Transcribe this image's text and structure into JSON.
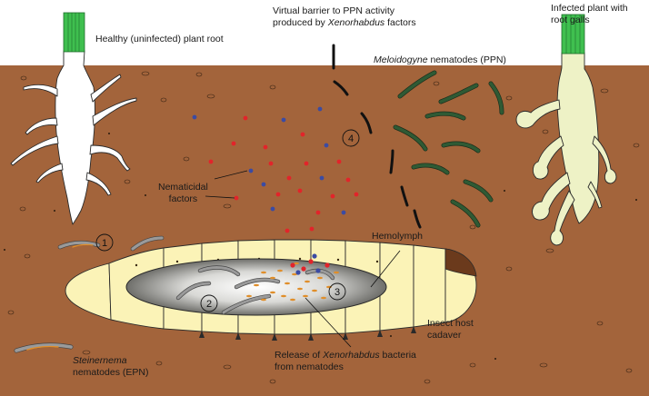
{
  "labels": {
    "healthy_root": "Healthy (uninfected) plant root",
    "barrier_line1": "Virtual barrier to PPN activity",
    "barrier_line2_pre": "produced by ",
    "barrier_line2_em": "Xenorhabdus",
    "barrier_line2_post": " factors",
    "infected_line1": "Infected plant with",
    "infected_line2": "root galls",
    "ppn_em": "Meloidogyne",
    "ppn_post": " nematodes (PPN)",
    "nematicidal_line1": "Nematicidal",
    "nematicidal_line2": "factors",
    "hemolymph": "Hemolymph",
    "cadaver_line1": "Insect host",
    "cadaver_line2": "cadaver",
    "release_pre": "Release of ",
    "release_em": "Xenorhabdus",
    "release_post": " bacteria",
    "release_line2": "from nematodes",
    "epn_em": "Steinernema",
    "epn_line2": "nematodes (EPN)"
  },
  "steps": [
    "1",
    "2",
    "3",
    "4"
  ],
  "colors": {
    "soil": "#a3643b",
    "healthy_root": "#ffffff",
    "infected_root": "#eef2c6",
    "stem": "#3fbf4f",
    "larva": "#fbf3b7",
    "larva_head": "#6b3a1c",
    "ppn": "#2f5a34",
    "epn": "#8f8f8f",
    "bacteria": "#e08e2a",
    "factor_red": "#e2242a",
    "factor_blue": "#3b4ba3"
  }
}
